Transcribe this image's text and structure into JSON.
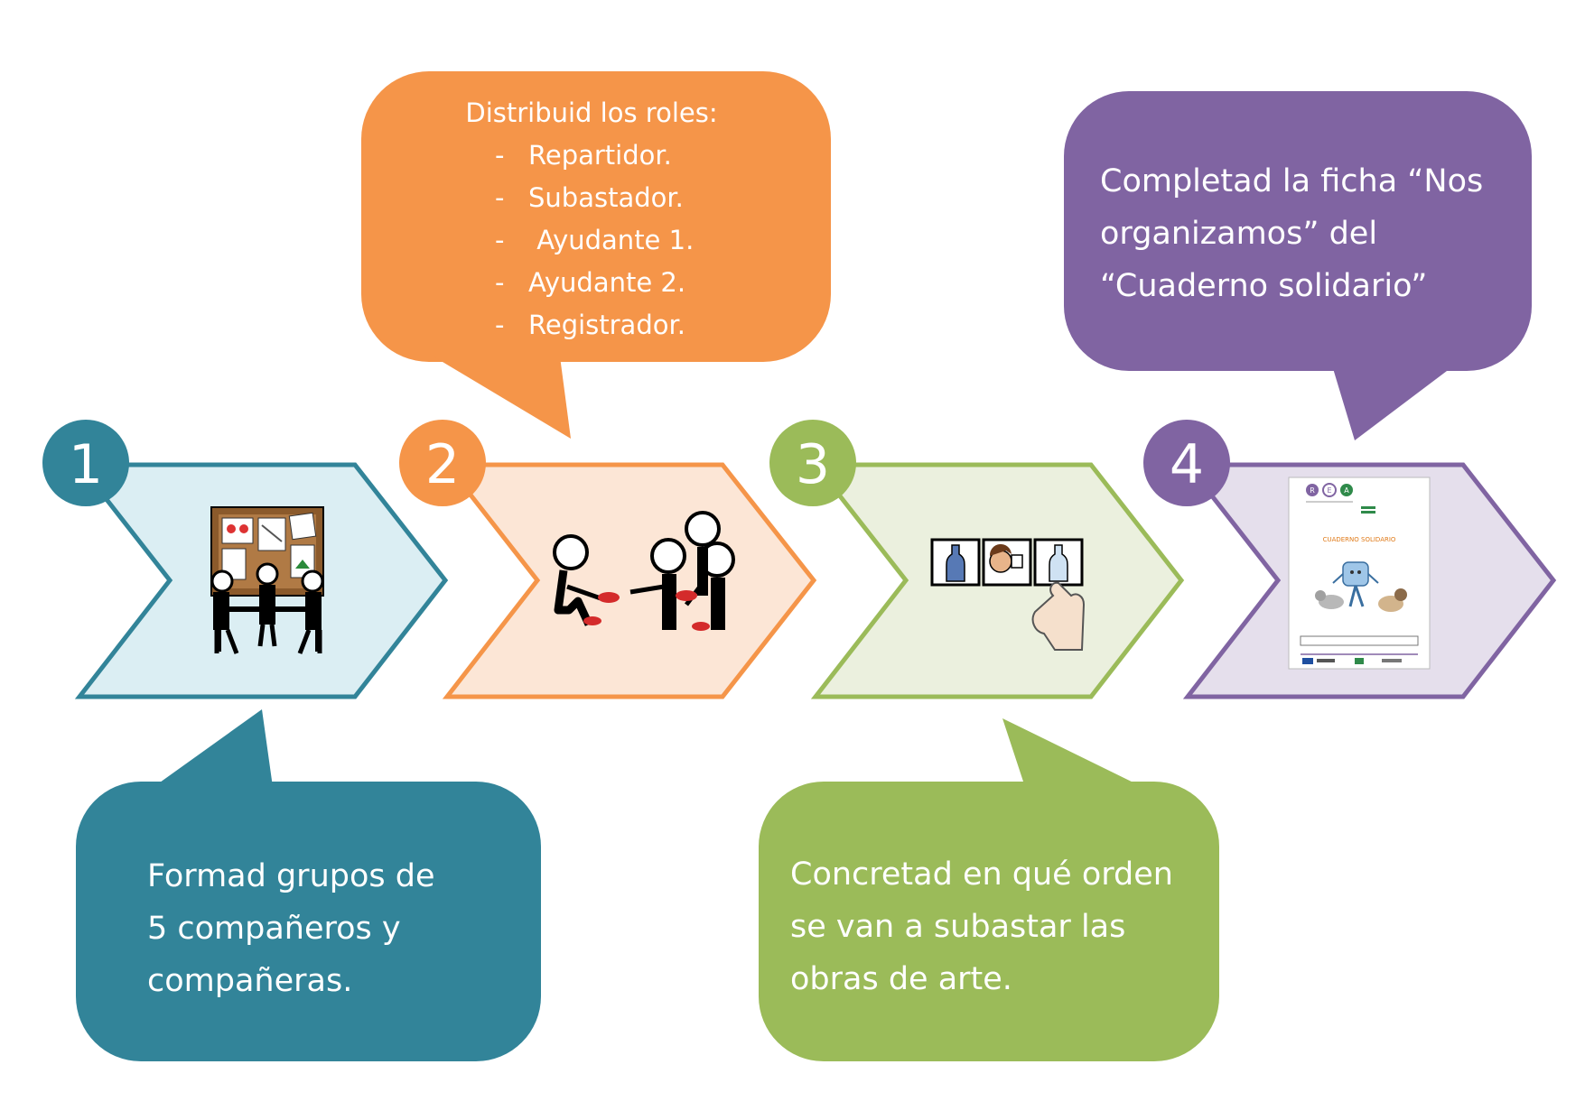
{
  "colors": {
    "teal": "#328499",
    "orange": "#F59549",
    "green": "#9BBB59",
    "purple": "#8064A2",
    "teal_fill": "#DBEEF3",
    "orange_fill": "#FCE6D6",
    "green_fill": "#EBF0DE",
    "purple_fill": "#E5DFEC"
  },
  "steps": [
    {
      "number": "1",
      "icon": "group-meeting-pictogram"
    },
    {
      "number": "2",
      "icon": "sharing-roles-pictogram"
    },
    {
      "number": "3",
      "icon": "auction-order-pictogram"
    },
    {
      "number": "4",
      "icon": "workbook-cover-thumbnail"
    }
  ],
  "bubble1": {
    "lines": [
      "Formad grupos de",
      "5 compañeros y",
      "compañeras."
    ]
  },
  "bubble2": {
    "title": "Distribuid los roles:",
    "items": [
      "Repartidor.",
      "Subastador.",
      " Ayudante 1.",
      "Ayudante 2.",
      "Registrador."
    ],
    "dash": "-"
  },
  "bubble3": {
    "lines": [
      "Concretad en qué orden",
      "se van a subastar las",
      "obras de arte."
    ]
  },
  "bubble4": {
    "lines": [
      "Completad la ficha “Nos",
      "organizamos” del",
      "“Cuaderno solidario”"
    ]
  },
  "workbook": {
    "logo_letters": [
      "R",
      "E",
      "A"
    ],
    "title": "CUADERNO SOLIDARIO"
  }
}
